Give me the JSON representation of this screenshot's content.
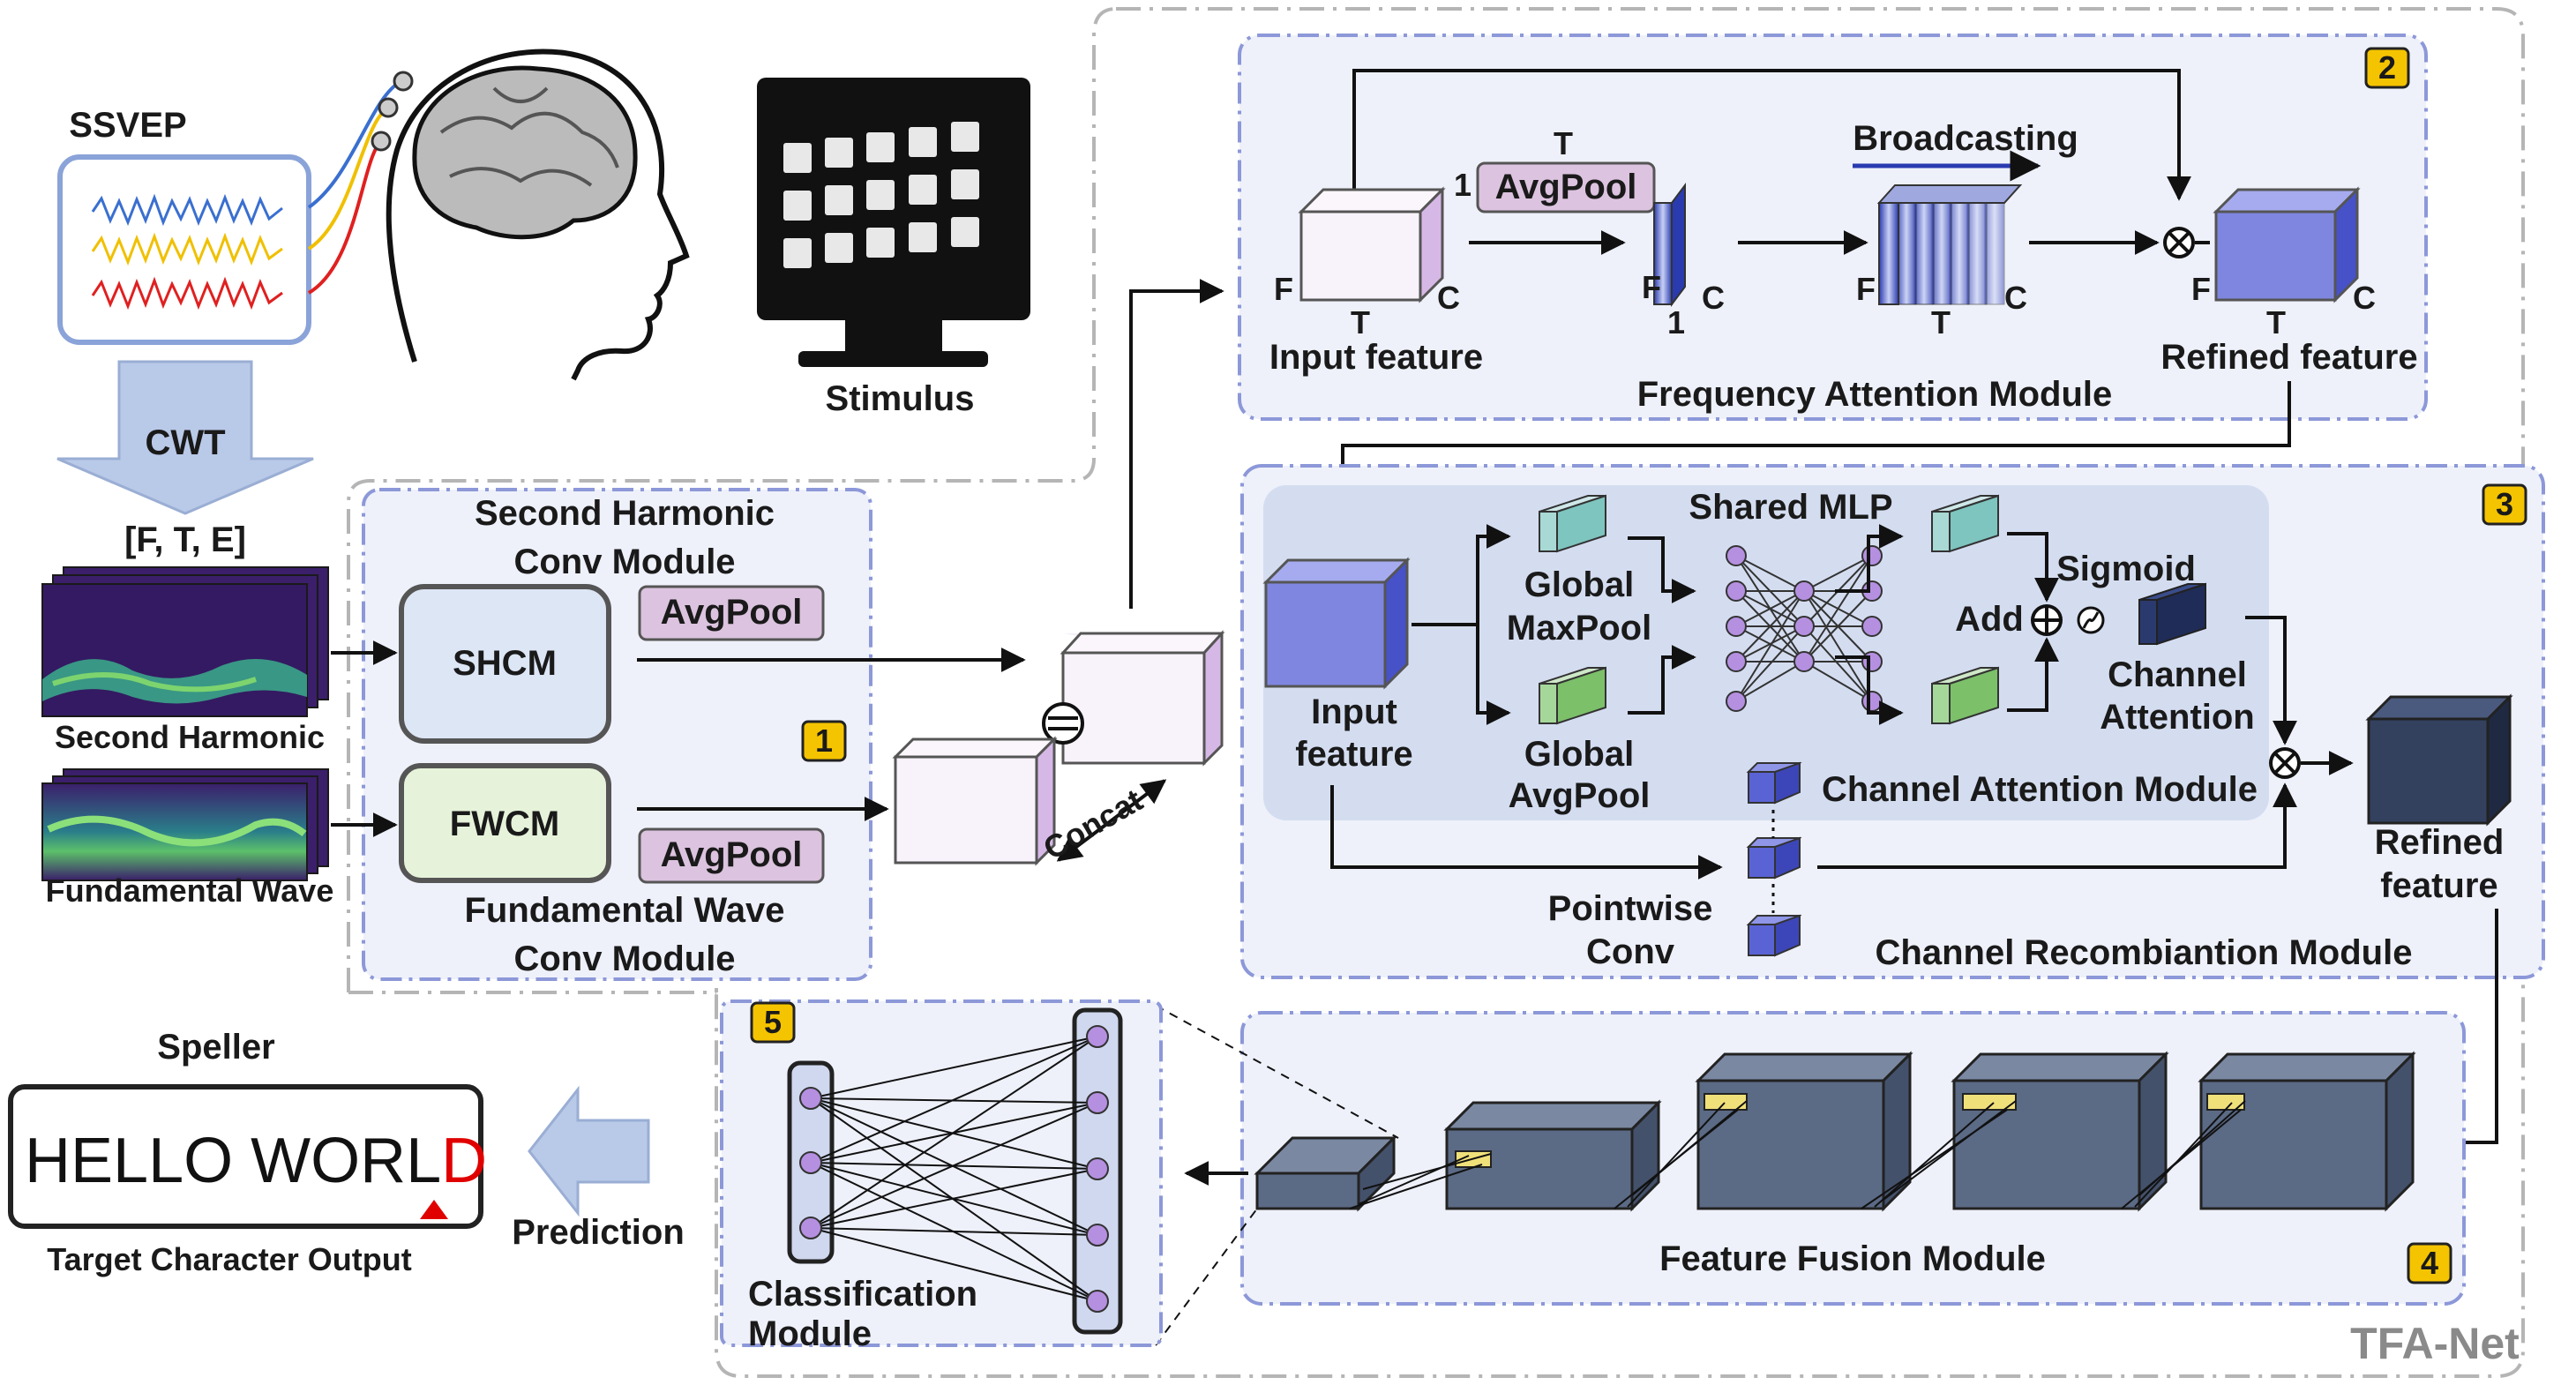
{
  "input": {
    "ssvep": "SSVEP",
    "cwt": "CWT",
    "dims": "[F, T, E]",
    "second_harmonic": "Second Harmonic",
    "fundamental_wave": "Fundamental Wave",
    "stimulus": "Stimulus"
  },
  "conv_modules": {
    "badge": "1",
    "second_harmonic_title_1": "Second Harmonic",
    "second_harmonic_title_2": "Conv Module",
    "shcm": "SHCM",
    "fwcm": "FWCM",
    "avgpool_1": "AvgPool",
    "avgpool_2": "AvgPool",
    "fundamental_title_1": "Fundamental Wave",
    "fundamental_title_2": "Conv Module",
    "concat": "Concat"
  },
  "frequency_attention": {
    "badge": "2",
    "title": "Frequency Attention Module",
    "input_feature": "Input feature",
    "refined_feature": "Refined feature",
    "avgpool": "AvgPool",
    "broadcasting": "Broadcasting",
    "axis_f": "F",
    "axis_t": "T",
    "axis_c": "C",
    "axis_1": "1"
  },
  "channel_recombination": {
    "badge": "3",
    "title": "Channel Recombiantion Module",
    "channel_attention_module": "Channel Attention Module",
    "shared_mlp": "Shared MLP",
    "global_maxpool_1": "Global",
    "global_maxpool_2": "MaxPool",
    "global_avgpool_1": "Global",
    "global_avgpool_2": "AvgPool",
    "sigmoid": "Sigmoid",
    "add": "Add",
    "channel_attention_1": "Channel",
    "channel_attention_2": "Attention",
    "input_feature_1": "Input",
    "input_feature_2": "feature",
    "refined_feature_1": "Refined",
    "refined_feature_2": "feature",
    "pointwise_1": "Pointwise",
    "pointwise_2": "Conv"
  },
  "feature_fusion": {
    "badge": "4",
    "title": "Feature Fusion Module"
  },
  "classification": {
    "badge": "5",
    "title_1": "Classification",
    "title_2": "Module"
  },
  "output": {
    "speller": "Speller",
    "display_text": "HELLO WORL",
    "target_char": "D",
    "caption": "Target Character Output",
    "prediction": "Prediction"
  },
  "network_name": "TFA-Net",
  "colors": {
    "panel_fill": "#eef1fa",
    "panel_border": "#8c98d8",
    "badge_fill": "#f5c400",
    "avgpool_fill": "#dcc3df",
    "shcm_fill": "#dde6f5",
    "fwcm_fill": "#e6f3da",
    "dark_block": "#5b6a85",
    "target_red": "#e00000"
  }
}
